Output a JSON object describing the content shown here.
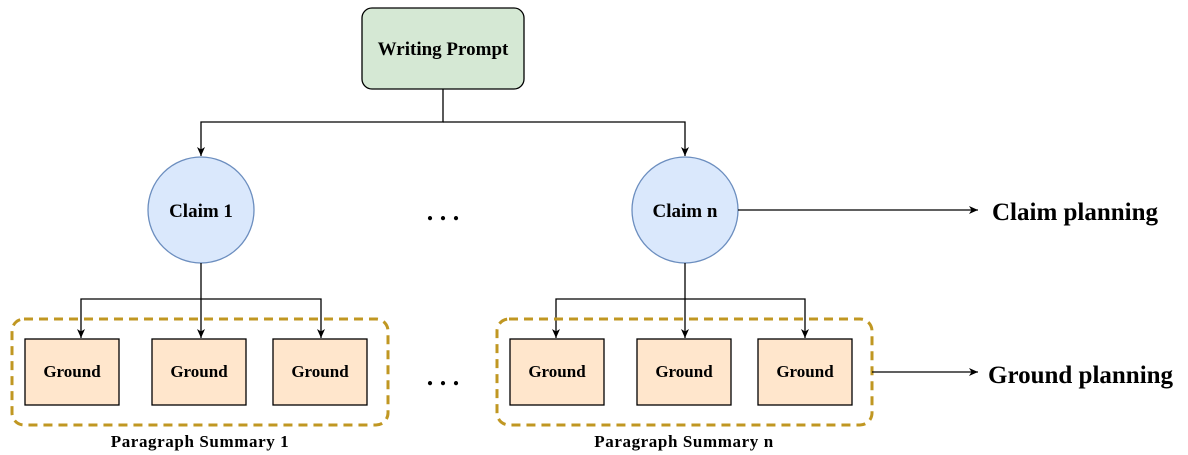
{
  "writing_prompt": "Writing Prompt",
  "claims": [
    {
      "label": "Claim 1"
    },
    {
      "label": "Claim n"
    }
  ],
  "ellipsis": ". . .",
  "claim_planning": "Claim planning",
  "ground_planning": "Ground planning",
  "ground_label": "Ground",
  "paragraph_summaries": [
    {
      "label": "Paragraph Summary 1"
    },
    {
      "label": "Paragraph Summary n"
    }
  ],
  "colors": {
    "prompt_fill": "#d5e8d4",
    "prompt_stroke": "#000000",
    "claim_fill": "#dae8fc",
    "claim_stroke": "#6c8ebf",
    "ground_fill": "#ffe6cc",
    "ground_stroke": "#000000",
    "summary_dash": "#c09722"
  }
}
